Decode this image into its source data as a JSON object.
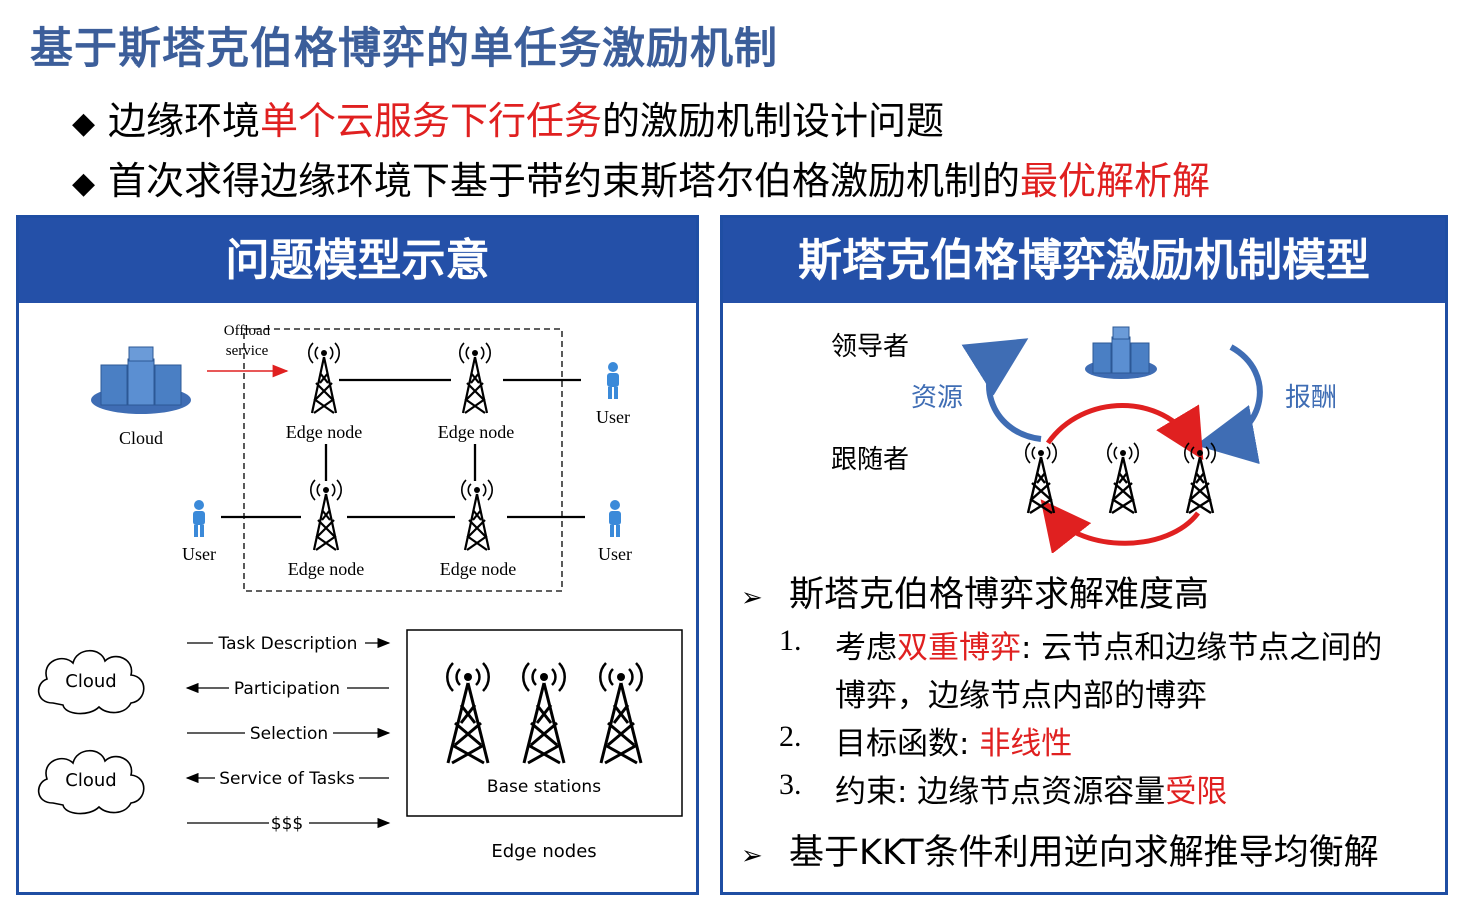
{
  "title": "基于斯塔克伯格博弈的单任务激励机制",
  "bullets": [
    {
      "marker": "◆",
      "before": "边缘环境",
      "highlight": "单个云服务下行任务",
      "after": "的激励机制设计问题"
    },
    {
      "marker": "◆",
      "before": "首次求得边缘环境下基于带约束斯塔尔伯格激励机制的",
      "highlight": "最优解析解",
      "after": ""
    }
  ],
  "left_panel": {
    "header": "问题模型示意",
    "top_figure": {
      "offload_label_line1": "Offload",
      "offload_label_line2": "service",
      "cloud_label": "Cloud",
      "edge_node_labels": [
        "Edge node",
        "Edge node",
        "Edge node",
        "Edge node"
      ],
      "user_labels": [
        "User",
        "User",
        "User"
      ]
    },
    "bottom_figure": {
      "cloud_labels": [
        "Cloud",
        "Cloud"
      ],
      "flow_labels": [
        "Task Description",
        "Participation",
        "Selection",
        "Service of Tasks",
        "$$$"
      ],
      "base_stations_label": "Base stations",
      "edge_nodes_label": "Edge nodes"
    }
  },
  "right_panel": {
    "header": "斯塔克伯格博弈激励机制模型",
    "diagram": {
      "leader_label": "领导者",
      "follower_label": "跟随者",
      "resource_label": "资源",
      "reward_label": "报酬"
    },
    "points": [
      {
        "marker": "➢",
        "text": "斯塔克伯格博弈求解难度高"
      },
      {
        "marker": "➢",
        "text": "基于KKT条件利用逆向求解推导均衡解"
      }
    ],
    "sub_points": [
      {
        "num": "1.",
        "before": "考虑",
        "highlight": "双重博弈",
        "after": ": 云节点和边缘节点之间的",
        "line2": "博弈，边缘节点内部的博弈"
      },
      {
        "num": "2.",
        "before": "目标函数: ",
        "highlight": "非线性",
        "after": ""
      },
      {
        "num": "3.",
        "before": "约束: 边缘节点资源容量",
        "highlight": "受限",
        "after": ""
      }
    ]
  },
  "colors": {
    "title": "#3c5e9a",
    "panel_header": "#2450a8",
    "highlight": "#e02020",
    "arrow_blue": "#3f6db4",
    "arrow_red": "#e02020"
  }
}
